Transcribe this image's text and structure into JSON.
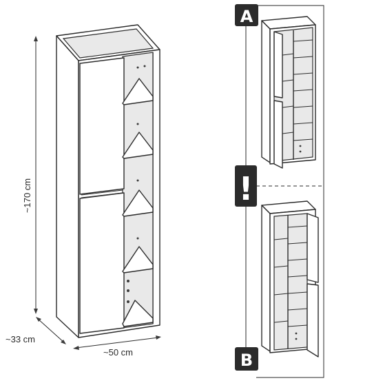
{
  "dimensions": {
    "height": "~170 cm",
    "depth": "~33 cm",
    "width": "~50 cm"
  },
  "variants": [
    {
      "label": "A"
    },
    {
      "label": "B"
    }
  ],
  "notice_symbol": "!",
  "colors": {
    "line": "#2a2a2a",
    "badge": "#2b2b2b",
    "badge_text": "#ffffff",
    "shade": "#e9e9e9"
  }
}
